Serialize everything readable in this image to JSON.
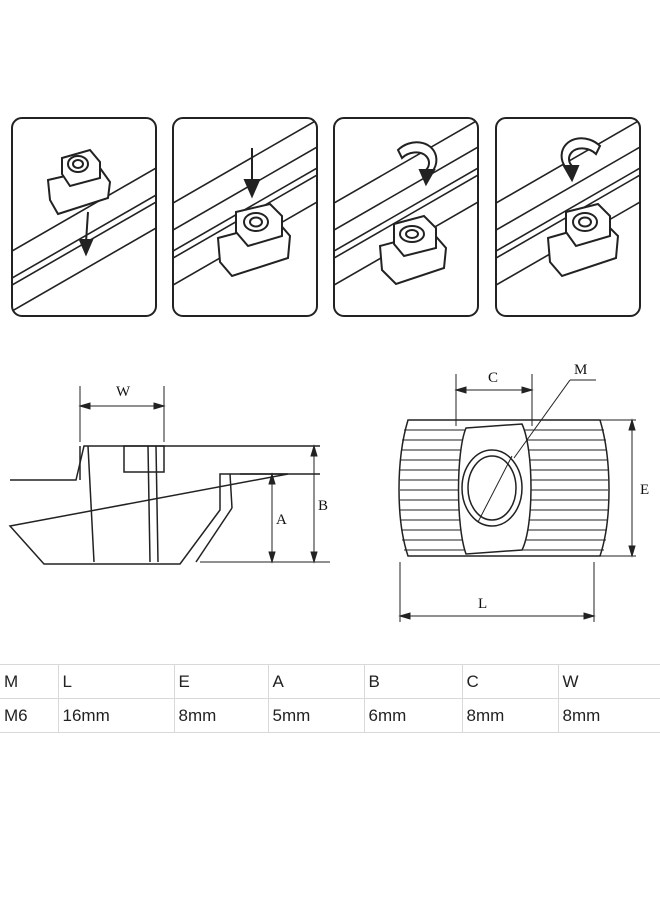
{
  "dimension_labels": {
    "w": "W",
    "a": "A",
    "b": "B",
    "c": "C",
    "m": "M",
    "e": "E",
    "l": "L"
  },
  "spec_table": {
    "headers": [
      "M",
      "L",
      "E",
      "A",
      "B",
      "C",
      "W"
    ],
    "values": [
      "M6",
      "16mm",
      "8mm",
      "5mm",
      "6mm",
      "8mm",
      "8mm"
    ]
  },
  "colors": {
    "line": "#111111",
    "table_border": "#d9d9d9",
    "text": "#222222"
  }
}
